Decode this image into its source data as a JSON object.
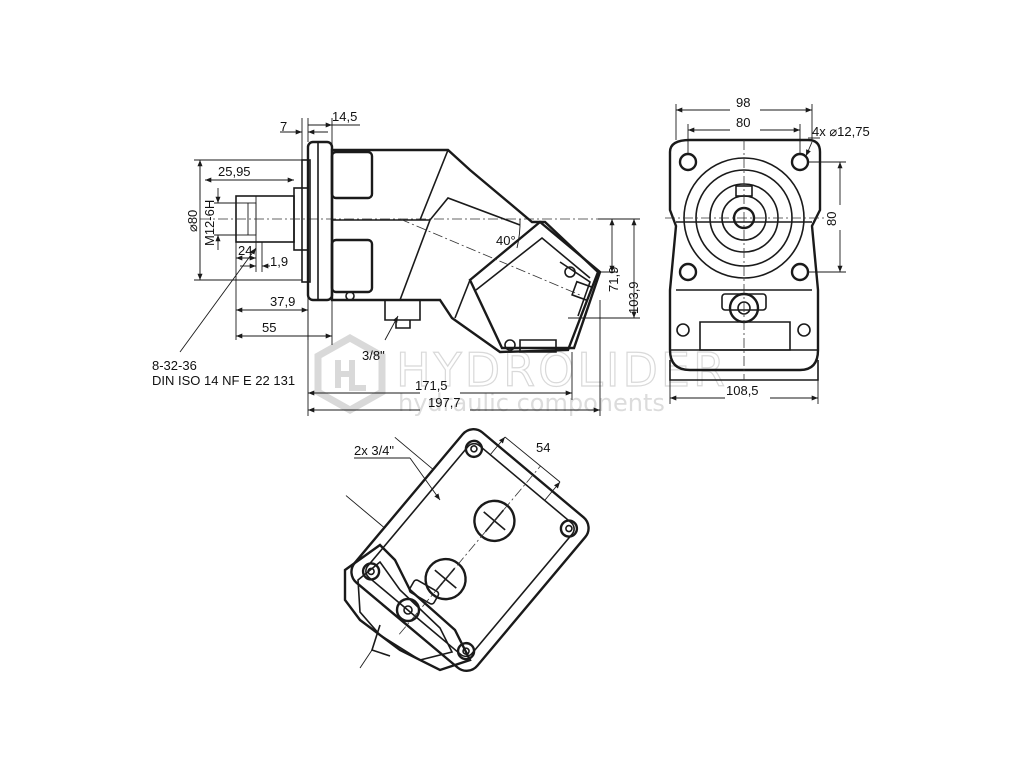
{
  "watermark": {
    "brand": "HYDROLIDER",
    "tagline": "hydraulic components",
    "logo_icon": "hl-hexagon-logo-icon",
    "color": "#d9d9d9"
  },
  "side_view": {
    "dims": {
      "d7": "7",
      "d14_5": "14,5",
      "d25_95": "25,95",
      "dia80": "⌀80",
      "m12": "M12-6H",
      "d24": "24",
      "d1_9": "1,9",
      "d37_9": "37,9",
      "d55": "55",
      "angle": "40°",
      "d71_9": "71,9",
      "d103_9": "103,9",
      "port": "3/8\"",
      "d171_5": "171,5",
      "d197_7": "197,7"
    },
    "spline_note": {
      "line1": "8-32-36",
      "line2": "DIN ISO 14 NF E 22 131"
    }
  },
  "front_view": {
    "dims": {
      "d98": "98",
      "d80h": "80",
      "holes": "4x ⌀12,75",
      "d80v": "80",
      "d108_5": "108,5"
    }
  },
  "port_view": {
    "dims": {
      "ports": "2x 3/4\"",
      "d54": "54"
    }
  }
}
